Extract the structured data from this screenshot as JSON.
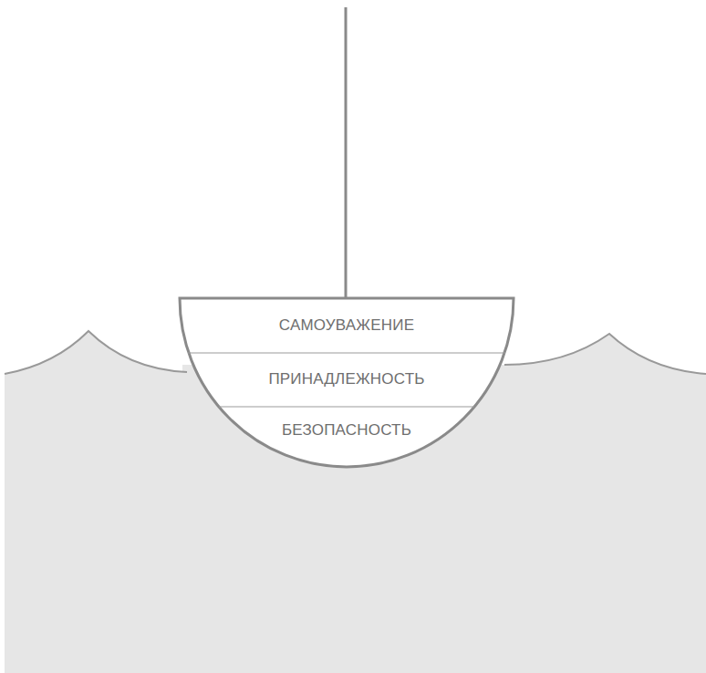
{
  "diagram": {
    "nodes": [
      {
        "text": [
          "САМОУВАЖЕНИЕ"
        ]
      },
      {
        "text": [
          "ПРИНАДЛЕЖНОСТЬ"
        ]
      },
      {
        "text": [
          "БЕЗОПАСНОСТЬ"
        ]
      }
    ]
  }
}
